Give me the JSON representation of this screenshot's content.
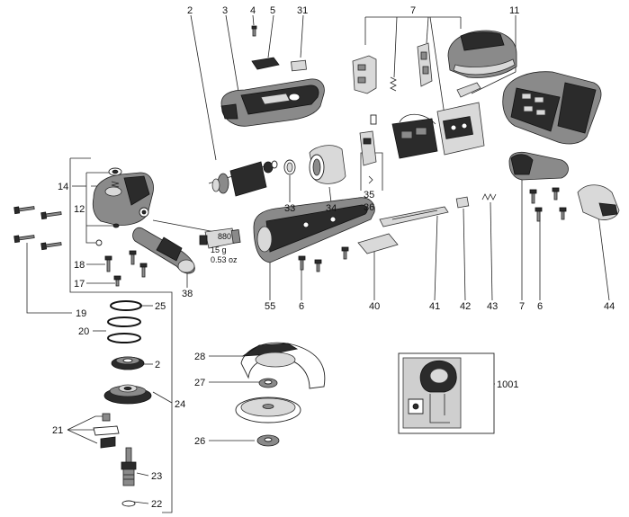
{
  "labels": {
    "l2a": "2",
    "l3": "3",
    "l4": "4",
    "l5": "5",
    "l31": "31",
    "l7a": "7",
    "l11": "11",
    "l14": "14",
    "l12": "12",
    "l18": "18",
    "l17": "17",
    "l19": "19",
    "l33": "33",
    "l34": "34",
    "l35": "35",
    "l36": "36",
    "l38": "38",
    "l55": "55",
    "l6a": "6",
    "l40": "40",
    "l41": "41",
    "l42": "42",
    "l43": "43",
    "l7b": "7",
    "l6b": "6",
    "l44": "44",
    "l25": "25",
    "l20": "20",
    "l2b": "2",
    "l24": "24",
    "l21": "21",
    "l23": "23",
    "l22": "22",
    "l28": "28",
    "l27": "27",
    "l26": "26",
    "l1001": "1001"
  },
  "grease_note": {
    "code": "880",
    "amount": "15 g",
    "amount_oz": "0.53 oz"
  }
}
